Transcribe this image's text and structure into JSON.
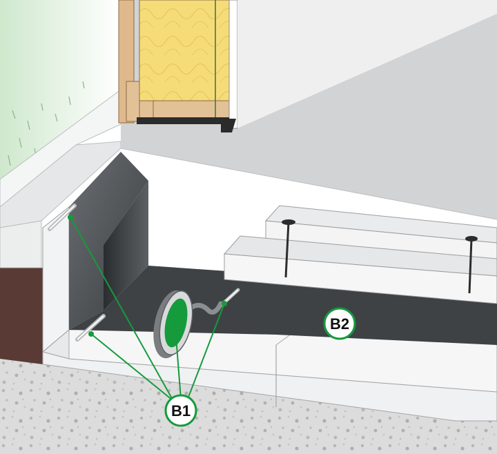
{
  "callouts": [
    {
      "id": "b1",
      "label": "B1"
    },
    {
      "id": "b2",
      "label": "B2"
    }
  ],
  "colors": {
    "accent_green": "#159a3c",
    "membrane_dark": "#3e4245",
    "foam_board": "#f2f3f4",
    "slab_gray": "#d2d3d4",
    "gravel_gray": "#d9d9d9",
    "soil_brown": "#5a3a35",
    "insulation_yellow": "#f6dc79",
    "wood_tan": "#dfb98c"
  },
  "icons": [
    "tape-roll-icon",
    "nail-icon",
    "corner-bead-icon",
    "batt-insulation-icon"
  ]
}
